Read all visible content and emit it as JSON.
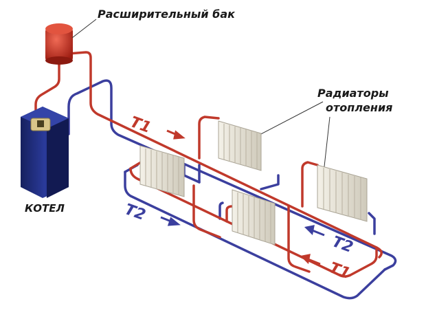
{
  "labels": {
    "expansion_tank": "Расширительный бак",
    "radiators_line1": "Радиаторы",
    "radiators_line2": "отопления",
    "boiler": "КОТЕЛ"
  },
  "flow_labels": {
    "supply_1": "Т1",
    "return_1": "Т2",
    "return_2": "Т2",
    "supply_2": "Т1"
  },
  "colors": {
    "supply": "#c0392b",
    "return": "#3b3f9e",
    "boiler_body": "#1e2a78",
    "tank": "#c0392b",
    "radiator": "#e8e4d8"
  },
  "icons": {
    "boiler": "boiler-icon",
    "tank": "expansion-tank-icon",
    "radiator": "radiator-icon",
    "arrow": "flow-arrow-icon"
  }
}
